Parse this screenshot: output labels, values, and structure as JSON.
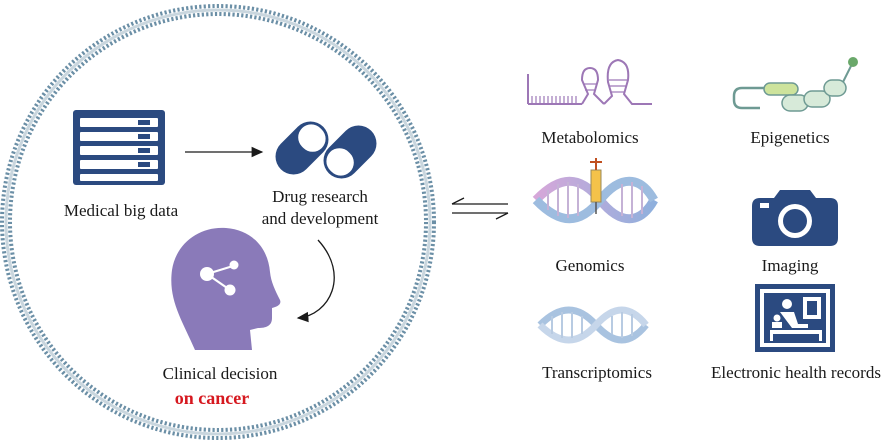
{
  "circle_items": {
    "medical_big_data": "Medical big data",
    "drug_line1": "Drug research",
    "drug_line2": "and development",
    "clinical_line1": "Clinical decision",
    "clinical_line2": "on cancer"
  },
  "right_items": {
    "metabolomics": "Metabolomics",
    "epigenetics": "Epigenetics",
    "genomics": "Genomics",
    "imaging": "Imaging",
    "transcriptomics": "Transcriptomics",
    "ehr": "Electronic health records"
  },
  "colors": {
    "navy": "#2b4a80",
    "circle_bead": "#6b8fa6",
    "purple": "#8a7ab9",
    "lilac": "#9d77b6",
    "teal": "#6e9a93",
    "red": "#d6181f"
  }
}
